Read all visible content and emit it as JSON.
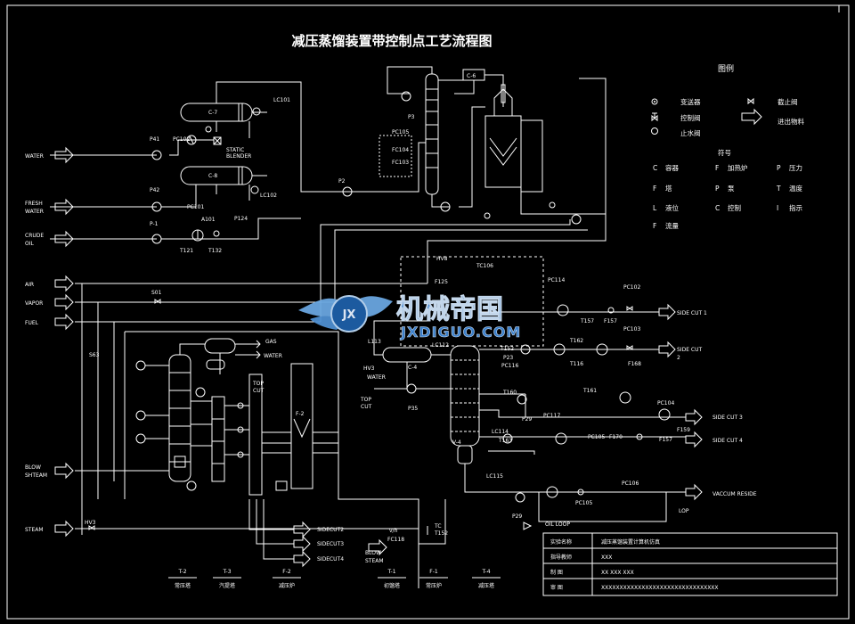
{
  "title": "减压蒸馏装置带控制点工艺流程图",
  "legend": {
    "heading": "图例",
    "symbols": [
      {
        "label": "变送器",
        "icon": "transmitter-icon"
      },
      {
        "label": "截止阀",
        "icon": "globe-valve-icon"
      },
      {
        "label": "控制阀",
        "icon": "control-valve-icon"
      },
      {
        "label": "进出物料",
        "icon": "arrow-icon"
      },
      {
        "label": "止水阀",
        "icon": "check-valve-icon"
      }
    ],
    "codes_heading": "符号",
    "codes": [
      {
        "letter": "C",
        "meaning": "容器"
      },
      {
        "letter": "F",
        "meaning": "加热炉"
      },
      {
        "letter": "P",
        "meaning": "压力"
      },
      {
        "letter": "F",
        "meaning": "塔"
      },
      {
        "letter": "P",
        "meaning": "泵"
      },
      {
        "letter": "T",
        "meaning": "温度"
      },
      {
        "letter": "L",
        "meaning": "液位"
      },
      {
        "letter": "C",
        "meaning": "控制"
      },
      {
        "letter": "I",
        "meaning": "指示"
      },
      {
        "letter": "F",
        "meaning": "流量"
      }
    ]
  },
  "inputs": {
    "water": "WATER",
    "fresh_water_1": "FRESH",
    "fresh_water_2": "WATER",
    "crude_oil_1": "CRUDE",
    "crude_oil_2": "OIL",
    "air": "AIR",
    "vapor": "VAPOR",
    "fuel": "FUEL",
    "blow_steam_1": "BLOW",
    "blow_steam_2": "SHTEAM",
    "steam": "STEAM",
    "blow_steam_b1": "BLOW",
    "blow_steam_b2": "STEAM"
  },
  "outputs": {
    "side_cut_1": "SIDE CUT 1",
    "side_cut_2_a": "SIDE CUT",
    "side_cut_2_b": "2",
    "side_cut_3": "SIDE CUT 3",
    "side_cut_4": "SIDE CUT 4",
    "vaccum_residue": "VACCUM RESIDE",
    "lop": "LOP",
    "oil_loop": "OIL LOOP",
    "sidecut2": "SIDECUT2",
    "sidecut3": "SIDECUT3",
    "sidecut4": "SIDECUT4",
    "gas": "GAS",
    "water_out": "WATER",
    "top_cut_1a": "TOP",
    "top_cut_1b": "CUT",
    "top_cut_2a": "TOP",
    "top_cut_2b": "CUT",
    "water_c4": "WATER"
  },
  "tags": {
    "lc101": "LC101",
    "lc102": "LC102",
    "c7": "C-7",
    "c8": "C-8",
    "static_1": "STATIC",
    "static_2": "BLENDER",
    "p41": "P41",
    "p42": "P42",
    "p1": "P-1",
    "pc102": "PC102",
    "pc101": "PC101",
    "a101": "A101",
    "p124": "P124",
    "t121": "T121",
    "t132": "T132",
    "p2": "P2",
    "p3": "P3",
    "c6": "C-6",
    "pc105": "PC105",
    "fc104": "FC104",
    "fc103": "FC103",
    "s01": "S01",
    "s63": "S63",
    "hv8": "HV8",
    "tc106": "TC106",
    "f125": "F125",
    "pc114": "PC114",
    "lc112": "LC112",
    "l113": "L113",
    "hv3": "HV3",
    "c4": "C-4",
    "p35": "P35",
    "pc102b": "PC102",
    "t157": "T157",
    "f157": "F157",
    "pc103": "PC103",
    "t152": "T152",
    "t162": "T162",
    "p23": "P23",
    "pc116": "PC116",
    "t116": "T116",
    "f168": "F168",
    "t160": "T160",
    "t161": "T161",
    "pc104": "PC104",
    "pc117": "PC117",
    "p29": "P29",
    "f159": "F159",
    "lc114": "LC114",
    "t163": "T163",
    "pc105b": "PC105",
    "f170": "F170",
    "f157b": "F157",
    "lc115": "LC115",
    "pc106": "PC106",
    "pc106b": "PC105",
    "p29b": "P29",
    "hv3b": "HV3",
    "fc118": "FC118",
    "t152b": "T152",
    "vh": "v/h",
    "tc": "TC",
    "v4": "V-4",
    "f2": "F-2"
  },
  "units": [
    {
      "code": "T-2",
      "name": "常压塔"
    },
    {
      "code": "T-3",
      "name": "汽提塔"
    },
    {
      "code": "F-2",
      "name": "减压炉"
    },
    {
      "code": "T-1",
      "name": "初馏塔"
    },
    {
      "code": "F-1",
      "name": "常压炉"
    },
    {
      "code": "T-4",
      "name": "减压塔"
    }
  ],
  "title_block": {
    "row1_label": "实验名称",
    "row1_value": "减压蒸馏装置计算机仿真",
    "row2_label": "指导教师",
    "row2_value": "XXX",
    "row3_label": "制    图",
    "row3_value": "XX  XXX  XXX",
    "row4_label": "审    图",
    "row4_value": "XXXXXXXXXXXXXXXXXXXXXXXXXXXXXXXX"
  },
  "watermark": {
    "cn": "机械帝国",
    "url": "JXDIGUO.COM",
    "badge": "JX"
  }
}
